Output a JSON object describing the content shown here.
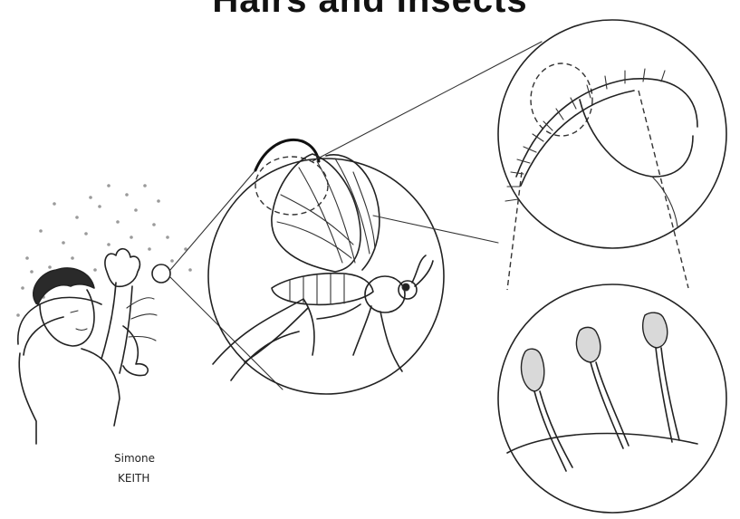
{
  "header": {
    "title": "Hairs and Insects"
  },
  "signature": {
    "line1": "Simone",
    "line2": "KEITH"
  },
  "colors": {
    "background": "#ffffff",
    "ink": "#222222"
  }
}
